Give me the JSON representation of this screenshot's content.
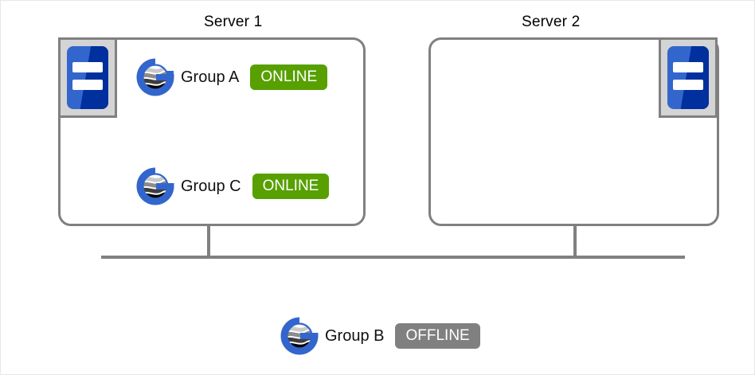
{
  "diagram": {
    "servers": [
      {
        "title": "Server 1",
        "icon": "server-rack-icon",
        "icon_position": "top-left",
        "groups": [
          {
            "logo": "group-globe-g-icon",
            "label": "Group A",
            "status": "ONLINE",
            "status_type": "online"
          },
          {
            "logo": "group-globe-g-icon",
            "label": "Group  C",
            "status": "ONLINE",
            "status_type": "online"
          }
        ]
      },
      {
        "title": "Server 2",
        "icon": "server-rack-icon",
        "icon_position": "top-right",
        "groups": []
      }
    ],
    "detached_group": {
      "logo": "group-globe-g-icon",
      "label": "Group  B",
      "status": "OFFLINE",
      "status_type": "offline"
    },
    "network": {
      "bus_line": "horizontal-bus-line",
      "connectors": [
        "server-1-connector",
        "server-2-connector"
      ]
    },
    "colors": {
      "online": "#57a000",
      "offline": "#808080",
      "box_border": "#808080",
      "icon_blue_light": "#3366cc",
      "icon_blue_dark": "#002f9e",
      "icon_tray": "#d4d4d4",
      "logo_blue": "#3366cc",
      "background": "#ffffff"
    }
  }
}
